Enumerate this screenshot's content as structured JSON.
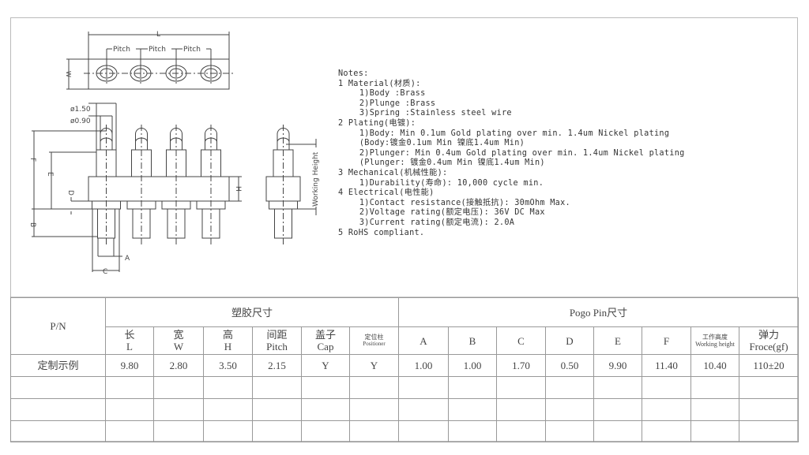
{
  "drawing": {
    "L": "L",
    "W": "W",
    "pitch": "Pitch",
    "dia_outer": "ø1.50",
    "dia_inner": "ø0.90",
    "F": "F",
    "E": "E",
    "D": "D",
    "B": "B",
    "A": "A",
    "C": "C",
    "H": "H",
    "working_height": "Working Height"
  },
  "notes": [
    "Notes:",
    "1 Material(材质):",
    "  1)Body :Brass",
    "  2)Plunge :Brass",
    "  3)Spring :Stainless steel wire",
    "2 Plating(电镀):",
    "  1)Body: Min 0.1um Gold plating over min. 1.4um Nickel plating",
    "  (Body:镀金0.1um Min 镍底1.4um Min)",
    "  2)Plunger: Min 0.4um Gold plating over min. 1.4um Nickel plating",
    "  (Plunger: 镀金0.4um Min 镍底1.4um Min)",
    "3 Mechanical(机械性能):",
    "  1)Durability(寿命): 10,000 cycle min.",
    "4 Electrical(电性能)",
    "  1)Contact resistance(接触抵抗): 30mOhm Max.",
    "  2)Voltage rating(额定电压): 36V DC Max",
    "  3)Current rating(额定电流): 2.0A",
    "5 RoHS compliant."
  ],
  "table": {
    "pn_header": "P/N",
    "group1": "塑胶尺寸",
    "group2": "Pogo Pin尺寸",
    "columns": [
      {
        "cn": "长",
        "en": "L"
      },
      {
        "cn": "宽",
        "en": "W"
      },
      {
        "cn": "高",
        "en": "H"
      },
      {
        "cn": "间距",
        "en": "Pitch"
      },
      {
        "cn": "盖子",
        "en": "Cap"
      },
      {
        "cn": "定位柱",
        "en": "Positioner"
      },
      {
        "cn": "",
        "en": "A"
      },
      {
        "cn": "",
        "en": "B"
      },
      {
        "cn": "",
        "en": "C"
      },
      {
        "cn": "",
        "en": "D"
      },
      {
        "cn": "",
        "en": "E"
      },
      {
        "cn": "",
        "en": "F"
      },
      {
        "cn": "工作高度",
        "en": "Working height"
      },
      {
        "cn": "弹力",
        "en": "Froce(gf)"
      }
    ],
    "rows": [
      {
        "pn": "定制示例",
        "values": [
          "9.80",
          "2.80",
          "3.50",
          "2.15",
          "Y",
          "Y",
          "1.00",
          "1.00",
          "1.70",
          "0.50",
          "9.90",
          "11.40",
          "10.40",
          "110±20"
        ]
      }
    ]
  }
}
